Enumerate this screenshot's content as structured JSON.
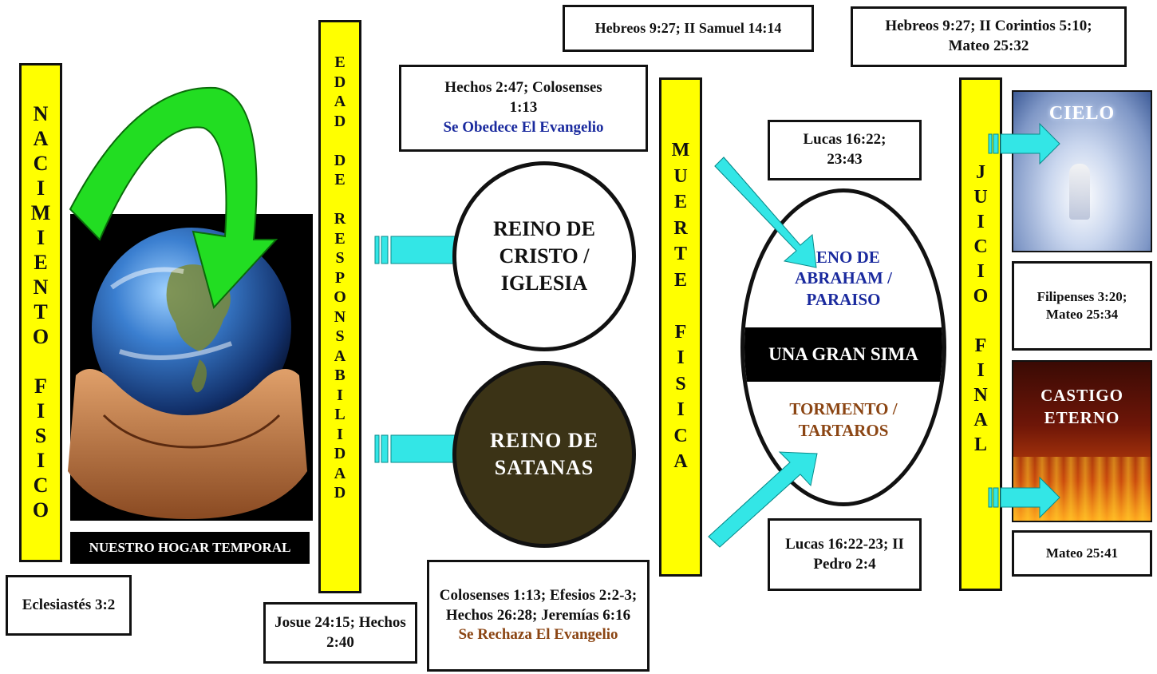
{
  "bars": {
    "nacimiento": "NACIMIENTO FISICO",
    "edad": "EDAD DE RESPONSABILIDAD",
    "muerte": "MUERTE FISICA",
    "juicio": "JUICIO FINAL"
  },
  "boxes": {
    "eclesiastes": "Eclesiastés 3:2",
    "hogar": "NUESTRO HOGAR TEMPORAL",
    "josue": "Josue 24:15; Hechos 2:40",
    "hechos_top_ref": "Hechos 2:47; Colosenses 1:13",
    "obedece": "Se Obedece El Evangelio",
    "colosenses_ref": "Colosenses 1:13; Efesios 2:2-3; Hechos 26:28; Jeremías 6:16",
    "rechaza": "Se Rechaza El Evangelio",
    "hebreos_samuel": "Hebreos 9:27; II Samuel 14:14",
    "lucas_top": "Lucas 16:22; 23:43",
    "lucas_bottom": "Lucas 16:22-23; II Pedro 2:4",
    "hebreos_corintios": "Hebreos 9:27; II Corintios 5:10; Mateo 25:32",
    "filipenses": "Filipenses 3:20; Mateo 25:34",
    "mateo_2541": "Mateo 25:41"
  },
  "circles": {
    "reino_cristo": "REINO DE CRISTO / IGLESIA",
    "reino_satanas": "REINO DE SATANAS"
  },
  "afterlife": {
    "seno": "SENO DE ABRAHAM / PARAISO",
    "sima": "UNA GRAN SIMA",
    "tormento": "TORMENTO / TARTAROS"
  },
  "destinations": {
    "cielo": "CIELO",
    "castigo": "CASTIGO ETERNO"
  },
  "colors": {
    "bar": "#ffff00",
    "arrow": "#33e6e6",
    "green_arrow": "#22dd22",
    "satanas": "#3b3316",
    "blue_text": "#1a2a9e",
    "brown_text": "#8b4513"
  }
}
